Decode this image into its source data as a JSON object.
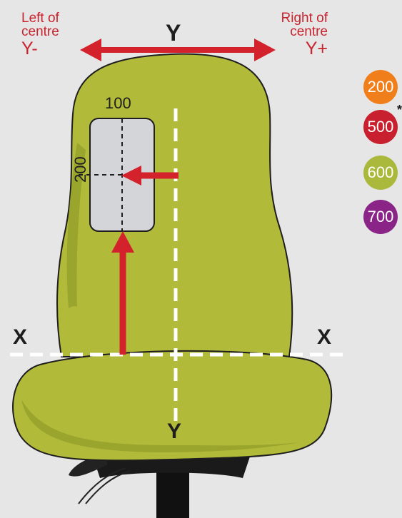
{
  "labels": {
    "left_line1": "Left of",
    "left_line2": "centre",
    "left_axis": "Y-",
    "right_line1": "Right of",
    "right_line2": "centre",
    "right_axis": "Y+",
    "y_top": "Y",
    "y_bottom": "Y",
    "x_left": "X",
    "x_right": "X",
    "panel_width": "100",
    "panel_height": "200"
  },
  "badges": [
    {
      "label": "200",
      "color": "#f07f1b"
    },
    {
      "label": "500",
      "color": "#c8202f",
      "marker": "*"
    },
    {
      "label": "600",
      "color": "#aab93b"
    },
    {
      "label": "700",
      "color": "#8a2487"
    }
  ],
  "colors": {
    "chair": "#b2ba3a",
    "chair_shade": "#9aa52e",
    "arrow": "#d3222c",
    "panel": "#d3d5d8",
    "background": "#e6e6e6"
  }
}
